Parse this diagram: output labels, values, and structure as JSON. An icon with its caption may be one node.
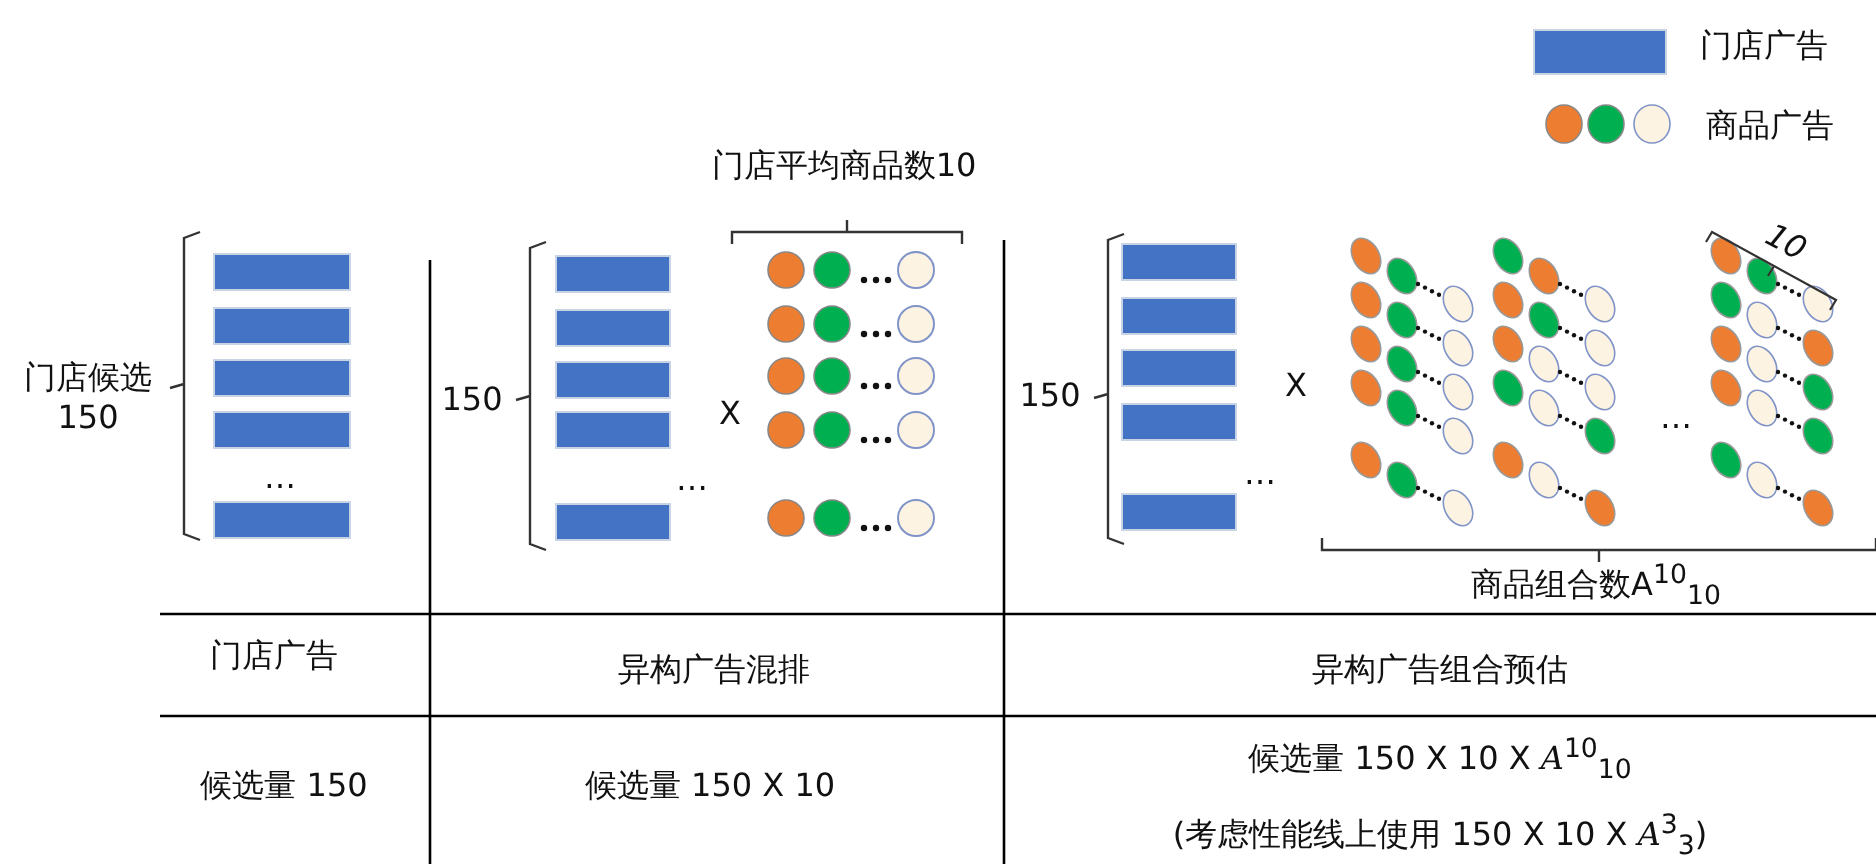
{
  "diagram": {
    "labels": [
      "门店平均商品数10",
      "门店候选 150",
      "…",
      "150",
      "…",
      "X",
      "150",
      "…",
      "X",
      "10",
      "…",
      "商品组合数A$^{10}$$_{10}$",
      "门店广告",
      "异构广告混排",
      "异构广告组合预估",
      "候选量 150",
      "候选量 150 X 10",
      "候选量 150 X 10 X *A*$^{10}$$_{10}$",
      "(考虑性能线上使用 150 X 10 X *A*$^{3}$$_{3}$)"
    ],
    "legend": [
      {
        "text": "门店广告",
        "color": "#4472c4"
      },
      {
        "text": "商品广告"
      }
    ]
  }
}
